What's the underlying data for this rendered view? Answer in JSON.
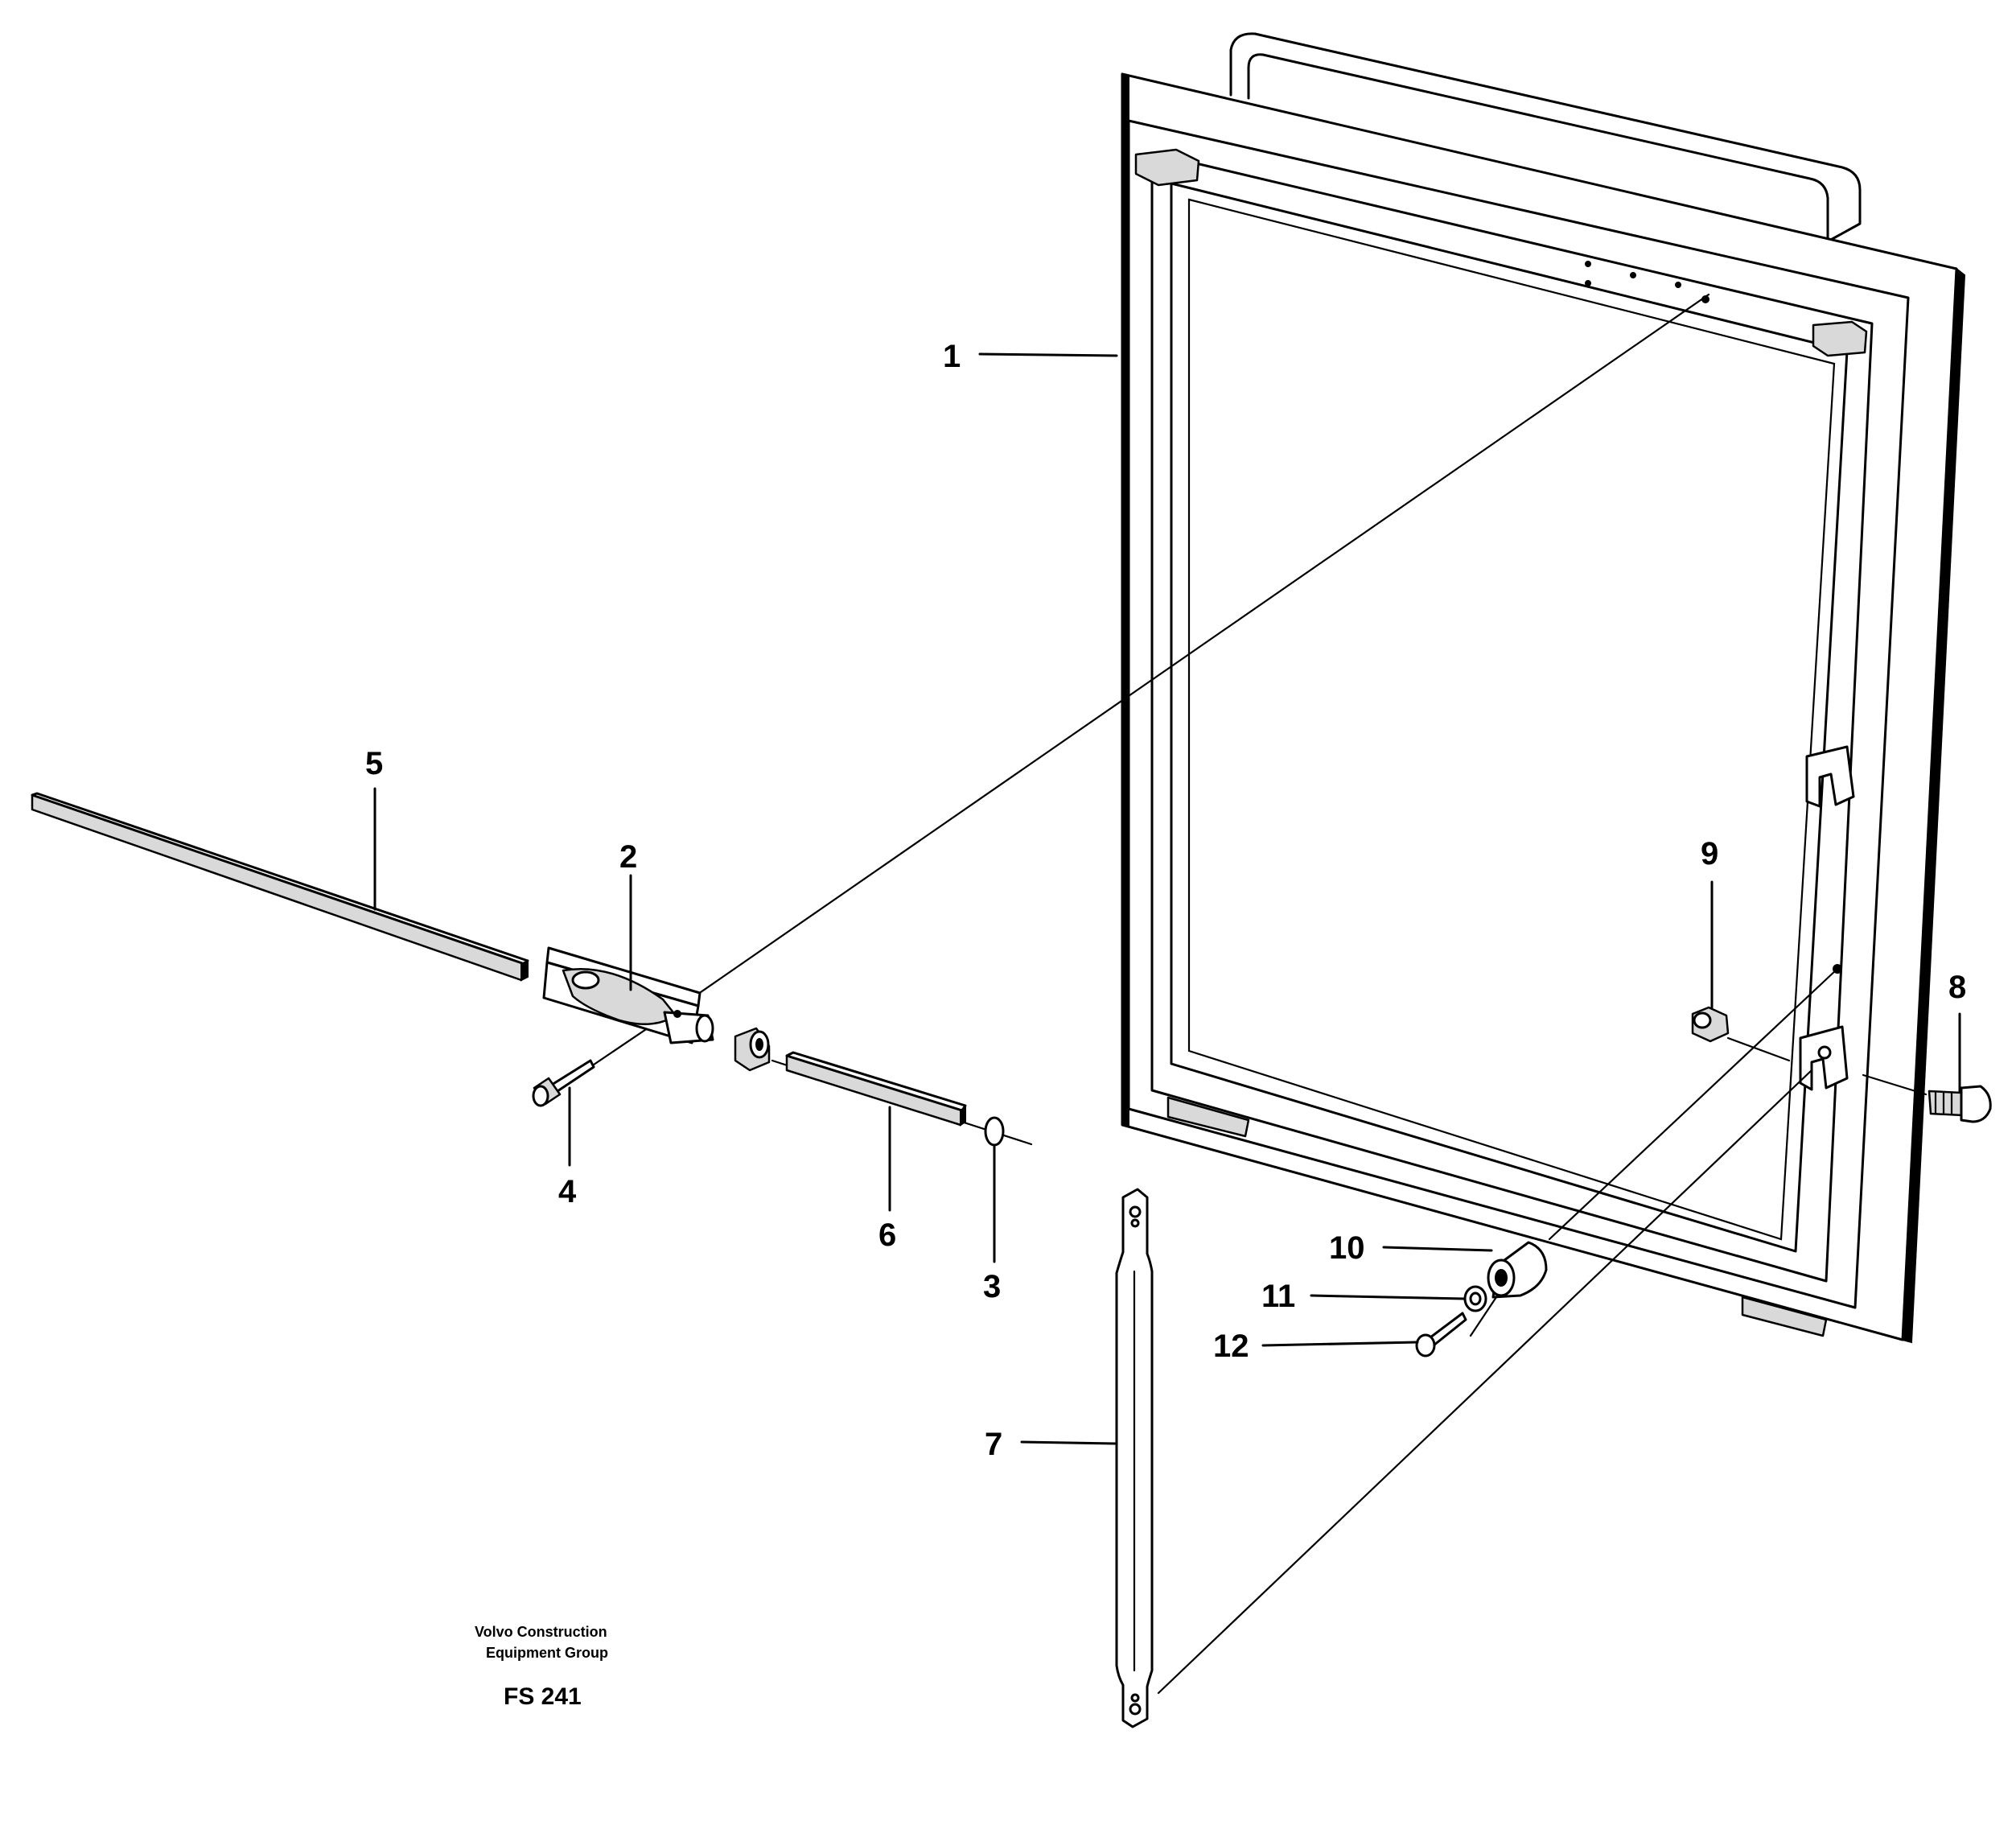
{
  "callouts": [
    {
      "id": "1",
      "label": "1"
    },
    {
      "id": "2",
      "label": "2"
    },
    {
      "id": "3",
      "label": "3"
    },
    {
      "id": "4",
      "label": "4"
    },
    {
      "id": "5",
      "label": "5"
    },
    {
      "id": "6",
      "label": "6"
    },
    {
      "id": "7",
      "label": "7"
    },
    {
      "id": "8",
      "label": "8"
    },
    {
      "id": "9",
      "label": "9"
    },
    {
      "id": "10",
      "label": "10"
    },
    {
      "id": "11",
      "label": "11"
    },
    {
      "id": "12",
      "label": "12"
    }
  ],
  "caption": {
    "line1": "Volvo Construction",
    "line2": "Equipment Group",
    "code": "FS 241"
  }
}
